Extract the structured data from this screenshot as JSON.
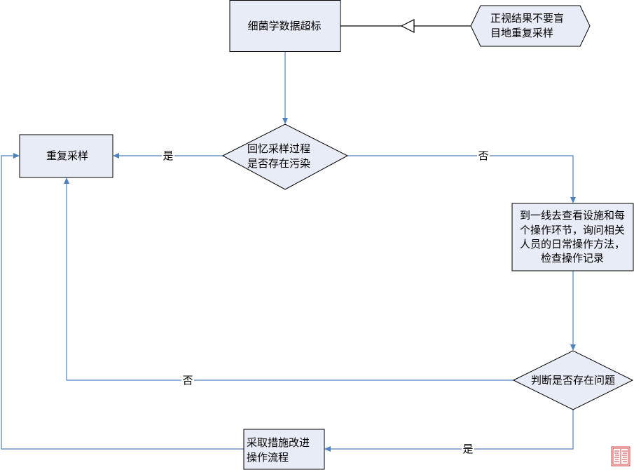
{
  "colors": {
    "connector": "#4f81bd",
    "node_fill": "#e8ecf6",
    "node_border": "#000000",
    "seal": "#d04040"
  },
  "nodes": {
    "start": {
      "text": "细菌学数据超标"
    },
    "note": {
      "lines": [
        "正视结果不要盲",
        "目地重复采样"
      ]
    },
    "decision_contamination": {
      "lines": [
        "回忆采样过程",
        "是否存在污染"
      ]
    },
    "resample": {
      "text": "重复采样"
    },
    "inspect": {
      "lines": [
        "到一线去查看设施和每",
        "个操作环节，询问相关",
        "人员的日常操作方法，",
        "检查操作记录"
      ]
    },
    "decision_problem": {
      "text": "判断是否存在问题"
    },
    "improve": {
      "lines": [
        "采取措施改进",
        "操作流程"
      ]
    }
  },
  "edges": {
    "contamination_yes": "是",
    "contamination_no": "否",
    "problem_no": "否",
    "problem_yes": "是"
  },
  "icons": {
    "seal": "seal-stamp-icon",
    "note_link": "hollow-triangle-icon"
  }
}
